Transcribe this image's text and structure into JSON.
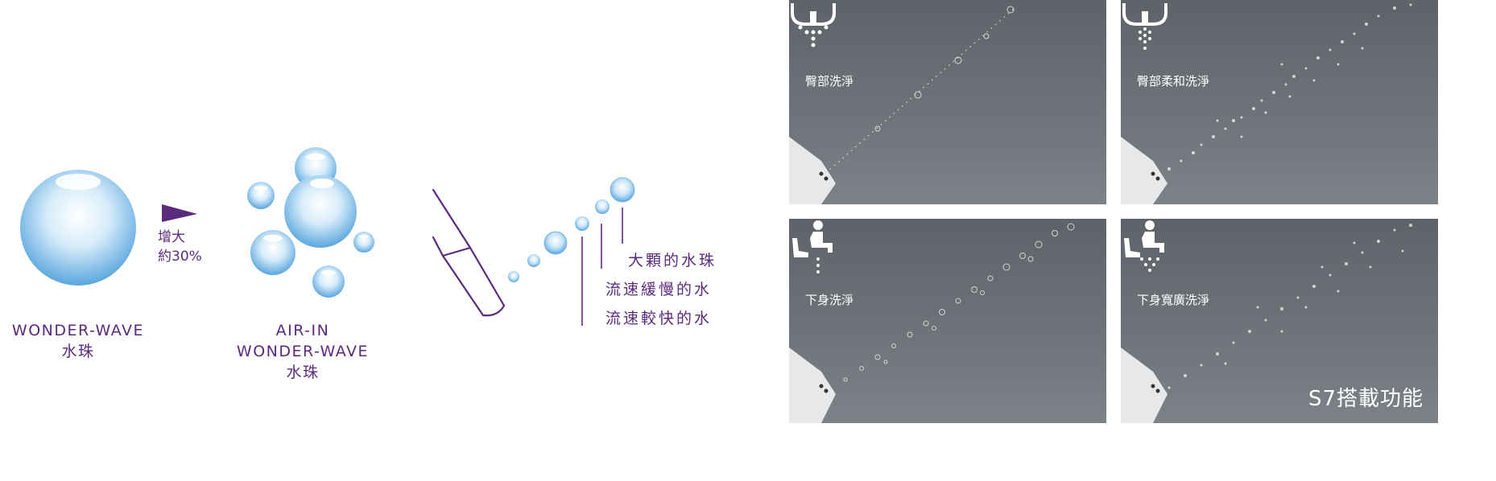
{
  "left": {
    "bubble1_caption": [
      "WONDER-WAVE",
      "水珠"
    ],
    "gain_text": [
      "增大",
      "約30%"
    ],
    "bubble2_caption": [
      "AIR-IN",
      "WONDER-WAVE",
      "水珠"
    ]
  },
  "flow": {
    "labels": [
      "大顆的水珠",
      "流速緩慢的水",
      "流速較快的水"
    ]
  },
  "panels": [
    {
      "label": "臀部洗淨",
      "icon": "rear-wash-icon"
    },
    {
      "label": "臀部柔和洗淨",
      "icon": "rear-soft-wash-icon"
    },
    {
      "label": "下身洗淨",
      "icon": "front-wash-icon"
    },
    {
      "label": "下身寬廣洗淨",
      "icon": "front-wide-wash-icon"
    }
  ],
  "badge": "S7搭載功能",
  "colors": {
    "accent": "#5b2a7e",
    "panel": "#6b7076",
    "bubble": "#8cc4ea"
  }
}
